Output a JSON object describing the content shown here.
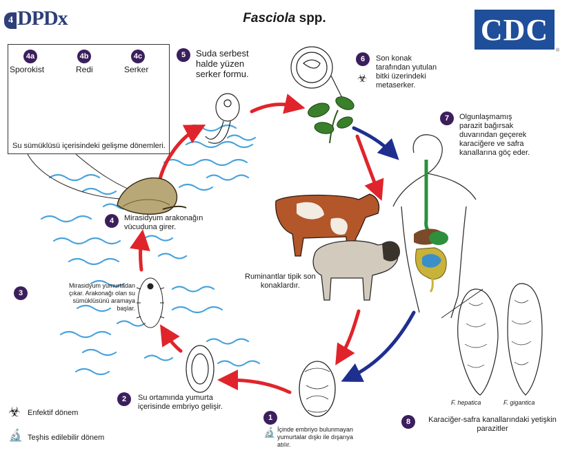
{
  "title": {
    "genus": "Fasciola",
    "suffix": " spp."
  },
  "logos": {
    "dpdx": "DPDx",
    "dpdx_mark": "4",
    "cdc": "CDC",
    "registered": "®"
  },
  "inset": {
    "stages": [
      {
        "num": "4a",
        "label": "Sporokist"
      },
      {
        "num": "4b",
        "label": "Redi"
      },
      {
        "num": "4c",
        "label": "Serker"
      }
    ],
    "caption": "Su sümüklüsü içerisindeki gelişme dönemleri."
  },
  "steps": {
    "s1": {
      "num": "1",
      "text_l1": "İçinde embriyo bulunmayan",
      "text_l2": "yumurtalar dışkı ile dışarıya",
      "text_l3": "atılır."
    },
    "s2": {
      "num": "2",
      "text_l1": "Su ortamında yumurta",
      "text_l2": "içerisinde embriyo gelişir."
    },
    "s3": {
      "num": "3",
      "text_l1": "Mirasidyum yumurtadan",
      "text_l2": "çıkar. Arakonağı olan su",
      "text_l3": "sümüklüsünü aramaya",
      "text_l4": "başlar."
    },
    "s4": {
      "num": "4",
      "text_l1": "Mirasidyum arakonağın",
      "text_l2": "vücuduna girer."
    },
    "s5": {
      "num": "5",
      "text_l1": "Suda serbest",
      "text_l2": "halde yüzen",
      "text_l3": "serker formu."
    },
    "s6": {
      "num": "6",
      "text_l1": "Son konak",
      "text_l2": "tarafından yutulan",
      "text_l3": "bitki üzerindeki",
      "text_l4": "metaserker."
    },
    "s7": {
      "num": "7",
      "text_l1": "Olgunlaşmamış",
      "text_l2": "parazit bağırsak",
      "text_l3": "duvarından geçerek",
      "text_l4": "karaciğere ve safra",
      "text_l5": "kanallarına göç eder."
    },
    "s8": {
      "num": "8",
      "text_l1": "Karaciğer-safra kanallarındaki yetişkin",
      "text_l2": "parazitler"
    }
  },
  "ruminants": {
    "text_l1": "Ruminantlar tipik son",
    "text_l2": "konaklardır."
  },
  "adults": {
    "left": "F. hepatica",
    "right": "F. gigantica"
  },
  "legend": {
    "infective": {
      "icon": "biohazard-icon",
      "label": "Enfektif dönem"
    },
    "diagnostic": {
      "icon": "microscope-icon",
      "label": "Teşhis edilebilir dönem"
    }
  },
  "colors": {
    "red_arrow": "#e0242b",
    "blue_arrow": "#1f2f8f",
    "water": "#4aa3dc",
    "step_badge": "#3b1f5c",
    "cdc_blue": "#1f4e9a"
  }
}
